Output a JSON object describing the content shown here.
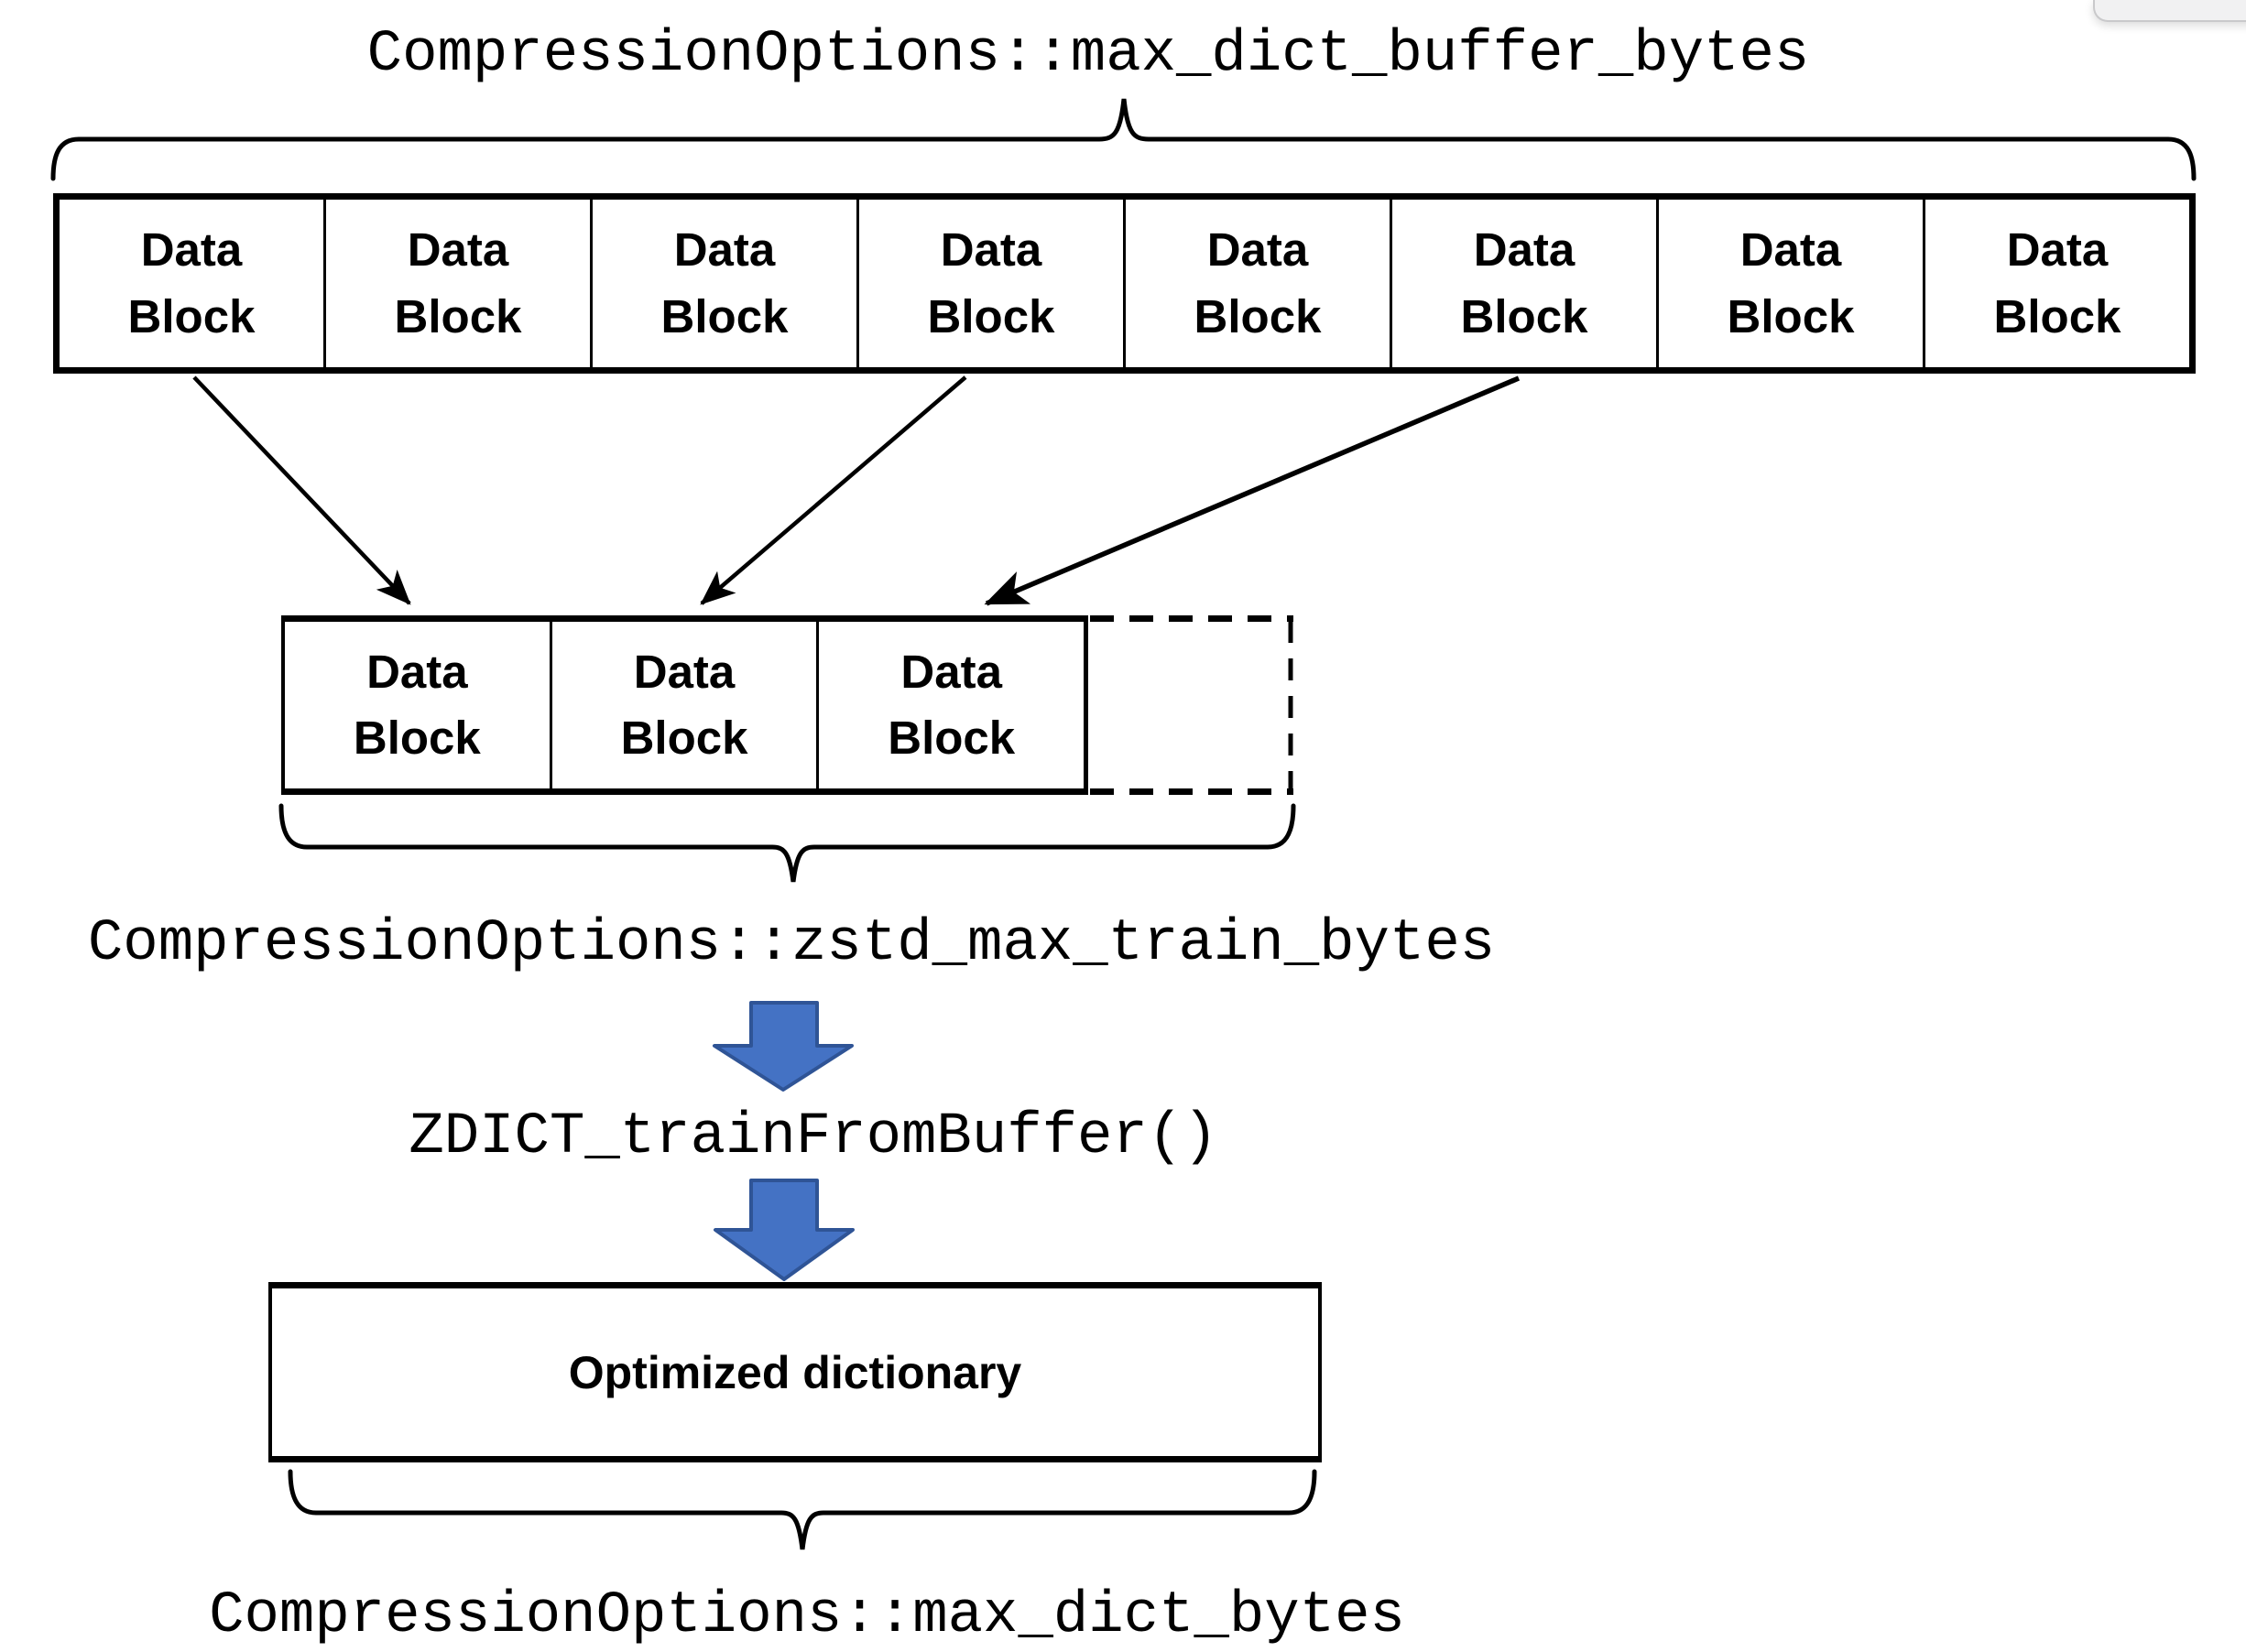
{
  "colors": {
    "line": "#000000",
    "blue_arrow_fill": "#4472c4",
    "blue_arrow_stroke": "#2f5496",
    "corner_fill": "#f1f1f2",
    "corner_border": "#c9c9cb"
  },
  "labels": {
    "max_dict_buffer_bytes": "CompressionOptions::max_dict_buffer_bytes",
    "zstd_max_train_bytes": "CompressionOptions::zstd_max_train_bytes",
    "train_function": "ZDICT_trainFromBuffer()",
    "max_dict_bytes": "CompressionOptions::max_dict_bytes"
  },
  "buffer_row": {
    "blocks": [
      {
        "line1": "Data",
        "line2": "Block"
      },
      {
        "line1": "Data",
        "line2": "Block"
      },
      {
        "line1": "Data",
        "line2": "Block"
      },
      {
        "line1": "Data",
        "line2": "Block"
      },
      {
        "line1": "Data",
        "line2": "Block"
      },
      {
        "line1": "Data",
        "line2": "Block"
      },
      {
        "line1": "Data",
        "line2": "Block"
      },
      {
        "line1": "Data",
        "line2": "Block"
      }
    ]
  },
  "train_row": {
    "blocks": [
      {
        "line1": "Data",
        "line2": "Block"
      },
      {
        "line1": "Data",
        "line2": "Block"
      },
      {
        "line1": "Data",
        "line2": "Block"
      }
    ]
  },
  "dictionary_box": {
    "label": "Optimized dictionary"
  }
}
